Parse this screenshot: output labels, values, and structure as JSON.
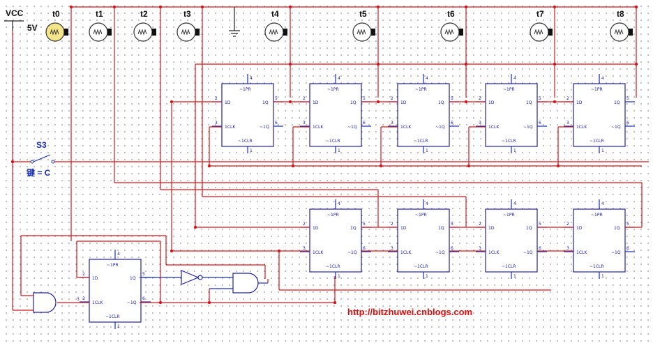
{
  "power": {
    "label": "VCC",
    "voltage": "5V"
  },
  "switch": {
    "name": "S3",
    "key": "键 = C"
  },
  "lamps": [
    {
      "name": "t0",
      "lit": true
    },
    {
      "name": "t1",
      "lit": false
    },
    {
      "name": "t2",
      "lit": false
    },
    {
      "name": "t3",
      "lit": false
    },
    {
      "name": "t4",
      "lit": false
    },
    {
      "name": "t5",
      "lit": false
    },
    {
      "name": "t6",
      "lit": false
    },
    {
      "name": "t7",
      "lit": false
    },
    {
      "name": "t8",
      "lit": false
    }
  ],
  "flipflop": {
    "pre": "~1PR",
    "d": "1D",
    "q": "1Q",
    "clk": "1CLK",
    "qbar": "~1Q",
    "clr": "~1CLR",
    "pin_pre": "4",
    "pin_d": "2",
    "pin_q": "5",
    "pin_clk": "3",
    "pin_qbar": "6",
    "pin_clr": "1"
  },
  "gates": {
    "and_pin": "3"
  },
  "watermark": "http://bitzhuwei.cnblogs.com",
  "colors": {
    "wire": "#d0181e",
    "component": "#2020a0",
    "lamp_on": "#f3e58a"
  }
}
